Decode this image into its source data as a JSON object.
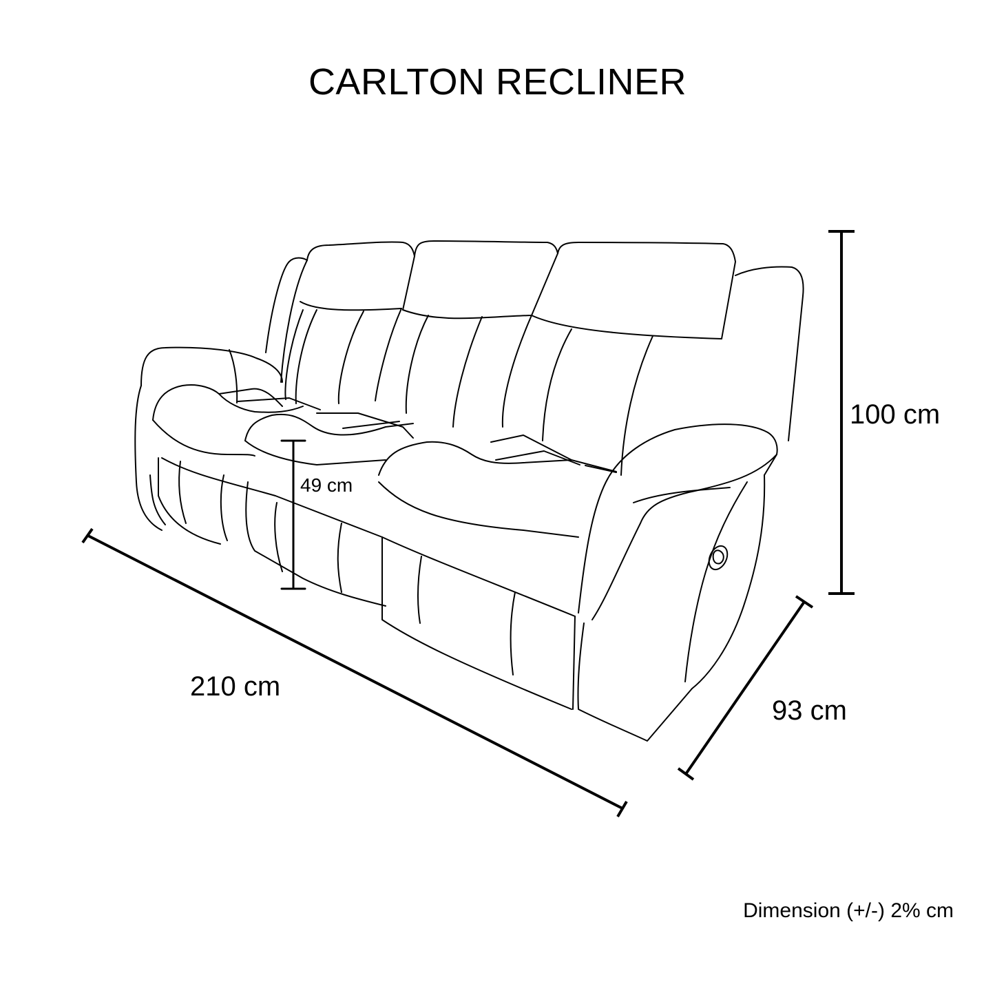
{
  "title": "CARLTON RECLINER",
  "product": "recliner sofa line drawing",
  "dimensions": {
    "height": {
      "value": 100,
      "unit": "cm",
      "label": "100 cm"
    },
    "seat_height": {
      "value": 49,
      "unit": "cm",
      "label": "49 cm"
    },
    "width": {
      "value": 210,
      "unit": "cm",
      "label": "210 cm"
    },
    "depth": {
      "value": 93,
      "unit": "cm",
      "label": "93 cm"
    }
  },
  "footnote": "Dimension  (+/-) 2% cm",
  "colors": {
    "line": "#000000",
    "background": "#ffffff"
  }
}
